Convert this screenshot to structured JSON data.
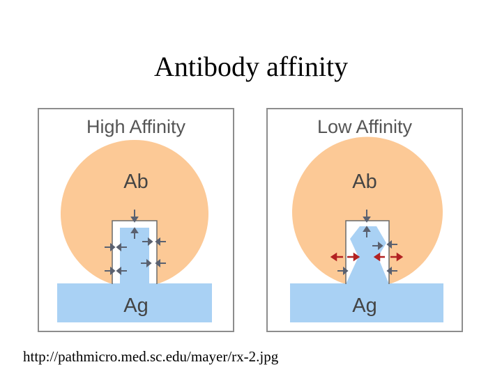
{
  "title": "Antibody affinity",
  "panels": [
    {
      "heading": "High Affinity",
      "ab_label": "Ab",
      "ag_label": "Ag"
    },
    {
      "heading": "Low Affinity",
      "ab_label": "Ab",
      "ag_label": "Ag"
    }
  ],
  "source": "http://pathmicro.med.sc.edu/mayer/rx-2.jpg",
  "colors": {
    "antibody": "#fcc996",
    "antigen": "#a9d1f4",
    "arrow": "#5a6170",
    "weak_arrow": "#b22222",
    "panel_bg": "#ffffff",
    "panel_border": "#8d8d8d"
  }
}
